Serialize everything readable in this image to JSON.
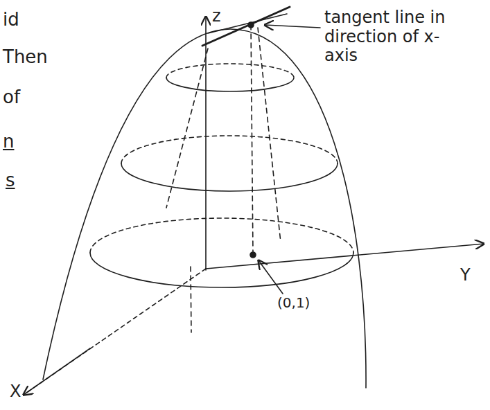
{
  "diagram": {
    "labels": [
      "z",
      "tangent line in direction of x-axis",
      "Y",
      "(0,1)",
      "X",
      "id",
      "Then",
      "of",
      "n",
      "s"
    ]
  }
}
